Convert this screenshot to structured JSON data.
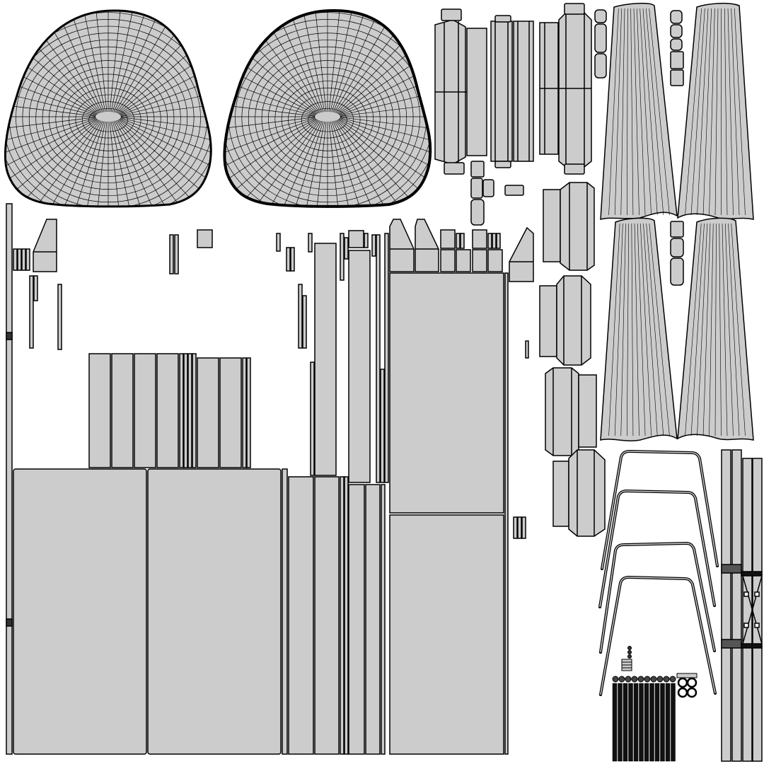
{
  "colors": {
    "background": "#ffffff",
    "island_fill": "#cccccc",
    "outline": "#000000",
    "solid": "#111111",
    "band": "#555555"
  },
  "groups": [
    {
      "name": "seat-shells",
      "kind": "curved-mesh"
    },
    {
      "name": "frame-panels",
      "kind": "rectangles"
    },
    {
      "name": "upper-cylinder-strips",
      "kind": "strips"
    },
    {
      "name": "drapery-panels",
      "kind": "tapered-fan"
    },
    {
      "name": "mid-cylinder-strips",
      "kind": "strips"
    },
    {
      "name": "metal-legs",
      "kind": "bent-rods"
    },
    {
      "name": "tall-strips",
      "kind": "strips"
    },
    {
      "name": "hardware-parts",
      "kind": "small-solids"
    }
  ]
}
